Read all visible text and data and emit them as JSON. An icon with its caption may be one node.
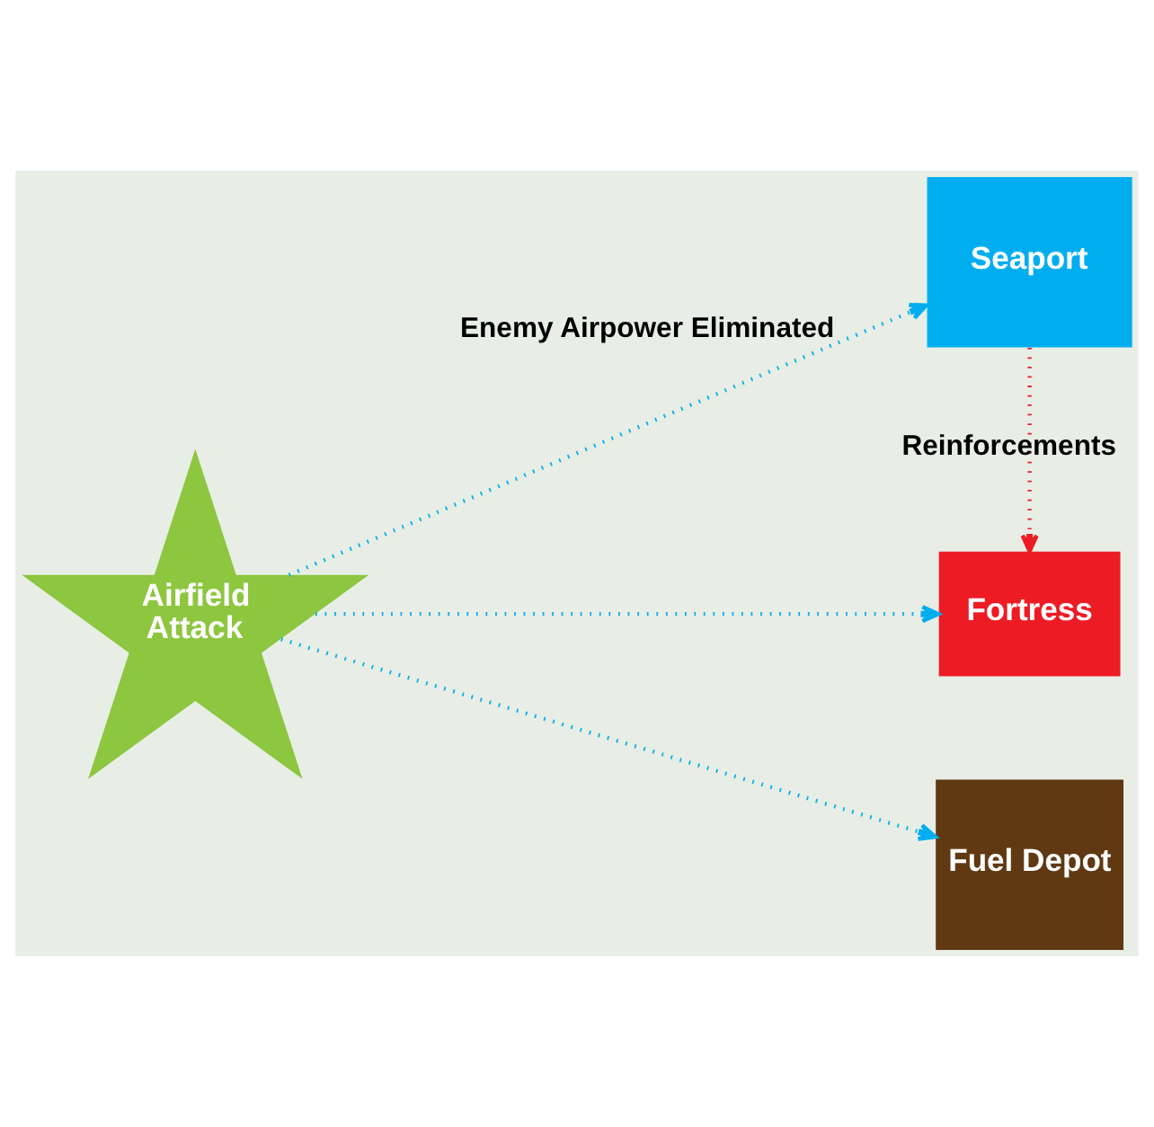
{
  "diagram": {
    "nodes": [
      {
        "text": [
          "Fortress"
        ]
      },
      {
        "text": [
          "Airfield Attack"
        ]
      },
      {
        "text": [
          "Seaport"
        ]
      },
      {
        "text": [
          "Fuel Depot"
        ]
      }
    ],
    "edges": [
      {
        "from": 1,
        "to": 0,
        "arrow": "to",
        "style": "dashed"
      },
      {
        "from": 1,
        "to": 2,
        "arrow": "to",
        "style": "dashed",
        "label": "Enemy Airpower Eliminated"
      },
      {
        "from": 2,
        "to": 0,
        "arrow": "to",
        "style": "dashed",
        "color": "#ed1c24",
        "label": "Reinforcements"
      },
      {
        "from": 1,
        "to": 3,
        "arrow": "to",
        "style": "dashed"
      }
    ]
  }
}
